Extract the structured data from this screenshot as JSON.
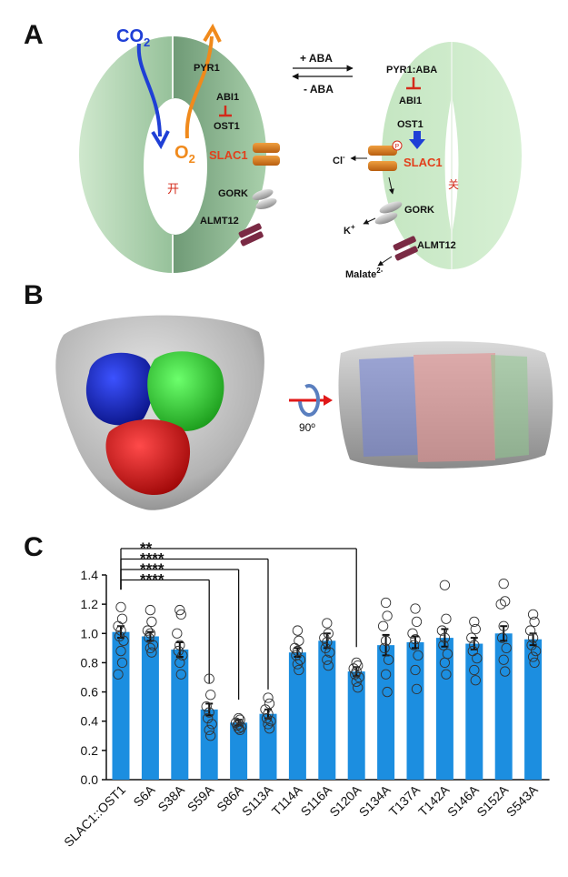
{
  "panel_labels": {
    "a": "A",
    "b": "B",
    "c": "C"
  },
  "panel_a": {
    "co2": "CO",
    "co2_sub": "2",
    "o2": "O",
    "o2_sub": "2",
    "open_char": "开",
    "closed_char": "关",
    "plus_aba": "+ ABA",
    "minus_aba": "- ABA",
    "left_labels": {
      "pyr1": "PYR1",
      "abi1": "ABI1",
      "ost1": "OST1",
      "slac1": "SLAC1",
      "gork": "GORK",
      "almt12": "ALMT12"
    },
    "right_labels": {
      "pyr1_aba": "PYR1:ABA",
      "abi1": "ABI1",
      "ost1": "OST1",
      "slac1": "SLAC1",
      "gork": "GORK",
      "almt12": "ALMT12",
      "p_mark": "P",
      "cl": "Cl",
      "cl_sup": "-",
      "k": "K",
      "k_sup": "+",
      "malate": "Malate",
      "malate_sup": "2-"
    },
    "colors": {
      "guard_cell_dark": "#7fa886",
      "guard_cell_light": "#cde8cc",
      "co2": "#1f3fd6",
      "o2": "#f08a1c",
      "slac1_label": "#e2401c",
      "channel": "#d07a1e",
      "almt": "#7a2a44",
      "inhibit": "#d42a1a"
    }
  },
  "panel_b": {
    "rotation_label": "90º",
    "colors": {
      "blue": "#1a25c8",
      "green": "#2ccc2c",
      "red": "#e01818",
      "surface": "#b8b8b8"
    }
  },
  "chart_data": {
    "type": "bar",
    "categories": [
      "SLAC1::OST1",
      "S6A",
      "S38A",
      "S59A",
      "S86A",
      "S113A",
      "T114A",
      "S116A",
      "S120A",
      "S134A",
      "T137A",
      "T142A",
      "S146A",
      "S152A",
      "S543A"
    ],
    "values": [
      1.01,
      0.98,
      0.89,
      0.48,
      0.39,
      0.45,
      0.87,
      0.95,
      0.74,
      0.92,
      0.94,
      0.97,
      0.93,
      1.0,
      0.96
    ],
    "errors": [
      0.04,
      0.03,
      0.05,
      0.04,
      0.02,
      0.03,
      0.03,
      0.05,
      0.03,
      0.07,
      0.04,
      0.06,
      0.04,
      0.05,
      0.04
    ],
    "points": [
      [
        1.18,
        1.1,
        1.05,
        1.02,
        0.98,
        0.95,
        0.88,
        0.8,
        0.72
      ],
      [
        1.16,
        1.08,
        1.02,
        1.0,
        0.97,
        0.92,
        0.9,
        0.87
      ],
      [
        1.16,
        1.13,
        1.0,
        0.92,
        0.88,
        0.85,
        0.8,
        0.72
      ],
      [
        0.69,
        0.58,
        0.5,
        0.46,
        0.42,
        0.38,
        0.34,
        0.3
      ],
      [
        0.42,
        0.41,
        0.39,
        0.38,
        0.37,
        0.36,
        0.35,
        0.34
      ],
      [
        0.56,
        0.52,
        0.48,
        0.45,
        0.42,
        0.4,
        0.38,
        0.35
      ],
      [
        1.02,
        0.95,
        0.9,
        0.88,
        0.85,
        0.82,
        0.79,
        0.75
      ],
      [
        1.07,
        1.0,
        0.97,
        0.94,
        0.9,
        0.87,
        0.82,
        0.78
      ],
      [
        0.8,
        0.78,
        0.76,
        0.74,
        0.72,
        0.7,
        0.67,
        0.63
      ],
      [
        1.21,
        1.12,
        1.05,
        0.95,
        0.9,
        0.82,
        0.72,
        0.6
      ],
      [
        1.17,
        1.08,
        1.0,
        0.96,
        0.92,
        0.85,
        0.75,
        0.62
      ],
      [
        1.33,
        1.1,
        1.02,
        0.97,
        0.92,
        0.86,
        0.8,
        0.72
      ],
      [
        1.08,
        1.03,
        0.97,
        0.92,
        0.88,
        0.83,
        0.75,
        0.68
      ],
      [
        1.34,
        1.22,
        1.2,
        1.05,
        0.97,
        0.9,
        0.82,
        0.74
      ],
      [
        1.13,
        1.08,
        1.02,
        0.97,
        0.92,
        0.88,
        0.84,
        0.8
      ]
    ],
    "ylim": [
      0.0,
      1.4
    ],
    "yticks": [
      "0.0",
      "0.2",
      "0.4",
      "0.6",
      "0.8",
      "1.0",
      "1.2",
      "1.4"
    ],
    "bar_color": "#1c8ee0",
    "significance": [
      {
        "target": "S120A",
        "label": "**"
      },
      {
        "target": "S113A",
        "label": "****"
      },
      {
        "target": "S86A",
        "label": "****"
      },
      {
        "target": "S59A",
        "label": "****"
      }
    ]
  }
}
